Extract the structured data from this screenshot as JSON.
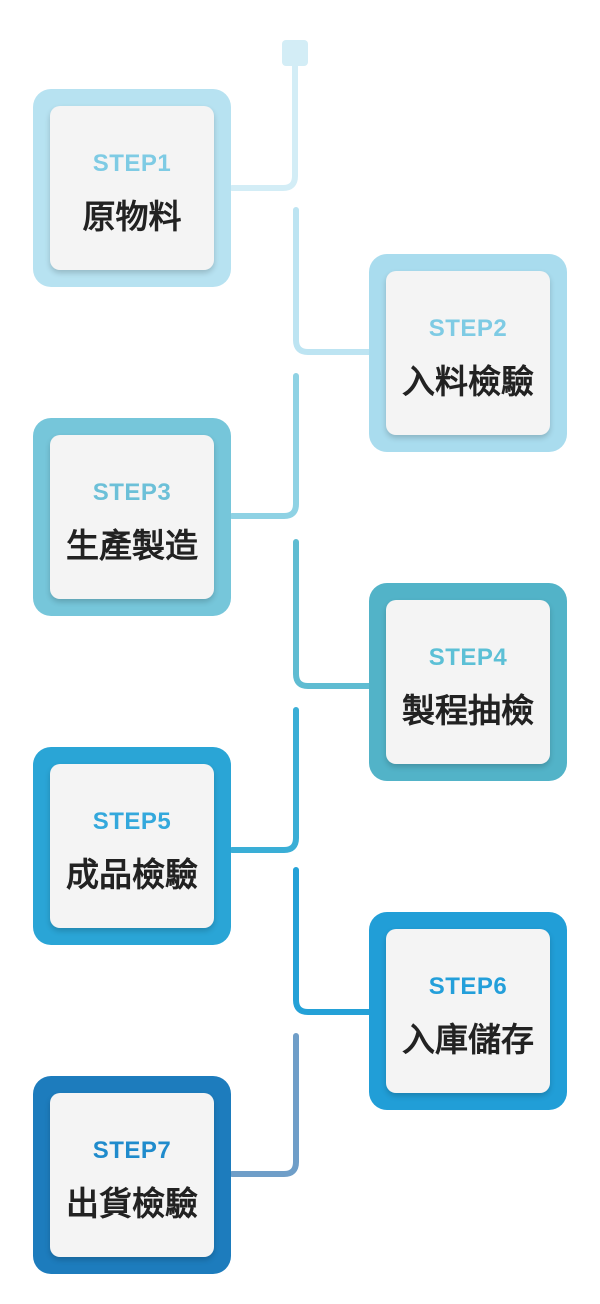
{
  "steps": [
    {
      "label": "STEP1",
      "title": "原物料",
      "color": "#b7e2f1",
      "label_color": "#7ecbe4"
    },
    {
      "label": "STEP2",
      "title": "入料檢驗",
      "color": "#a9dcee",
      "label_color": "#7ecbe4"
    },
    {
      "label": "STEP3",
      "title": "生產製造",
      "color": "#76c6da",
      "label_color": "#6cc0d8"
    },
    {
      "label": "STEP4",
      "title": "製程抽檢",
      "color": "#52b3c8",
      "label_color": "#5cc0d6"
    },
    {
      "label": "STEP5",
      "title": "成品檢驗",
      "color": "#2aa5d6",
      "label_color": "#33a8dc"
    },
    {
      "label": "STEP6",
      "title": "入庫儲存",
      "color": "#219ed7",
      "label_color": "#239fda"
    },
    {
      "label": "STEP7",
      "title": "出貨檢驗",
      "color": "#1d7cbd",
      "label_color": "#1f8bcc"
    }
  ]
}
